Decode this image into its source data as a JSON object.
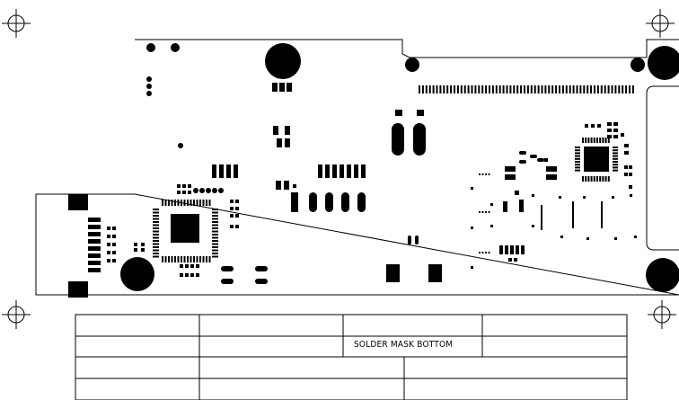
{
  "drawing": {
    "layer_name": "SOLDER MASK BOTTOM",
    "colors": {
      "background": "#ffffff",
      "ink": "#000000"
    }
  },
  "title_block": {
    "rows": 4,
    "label": "SOLDER MASK BOTTOM"
  },
  "registration_marks": [
    "crosshair-top-left",
    "crosshair-top-right",
    "crosshair-bottom-left",
    "crosshair-bottom-right"
  ]
}
